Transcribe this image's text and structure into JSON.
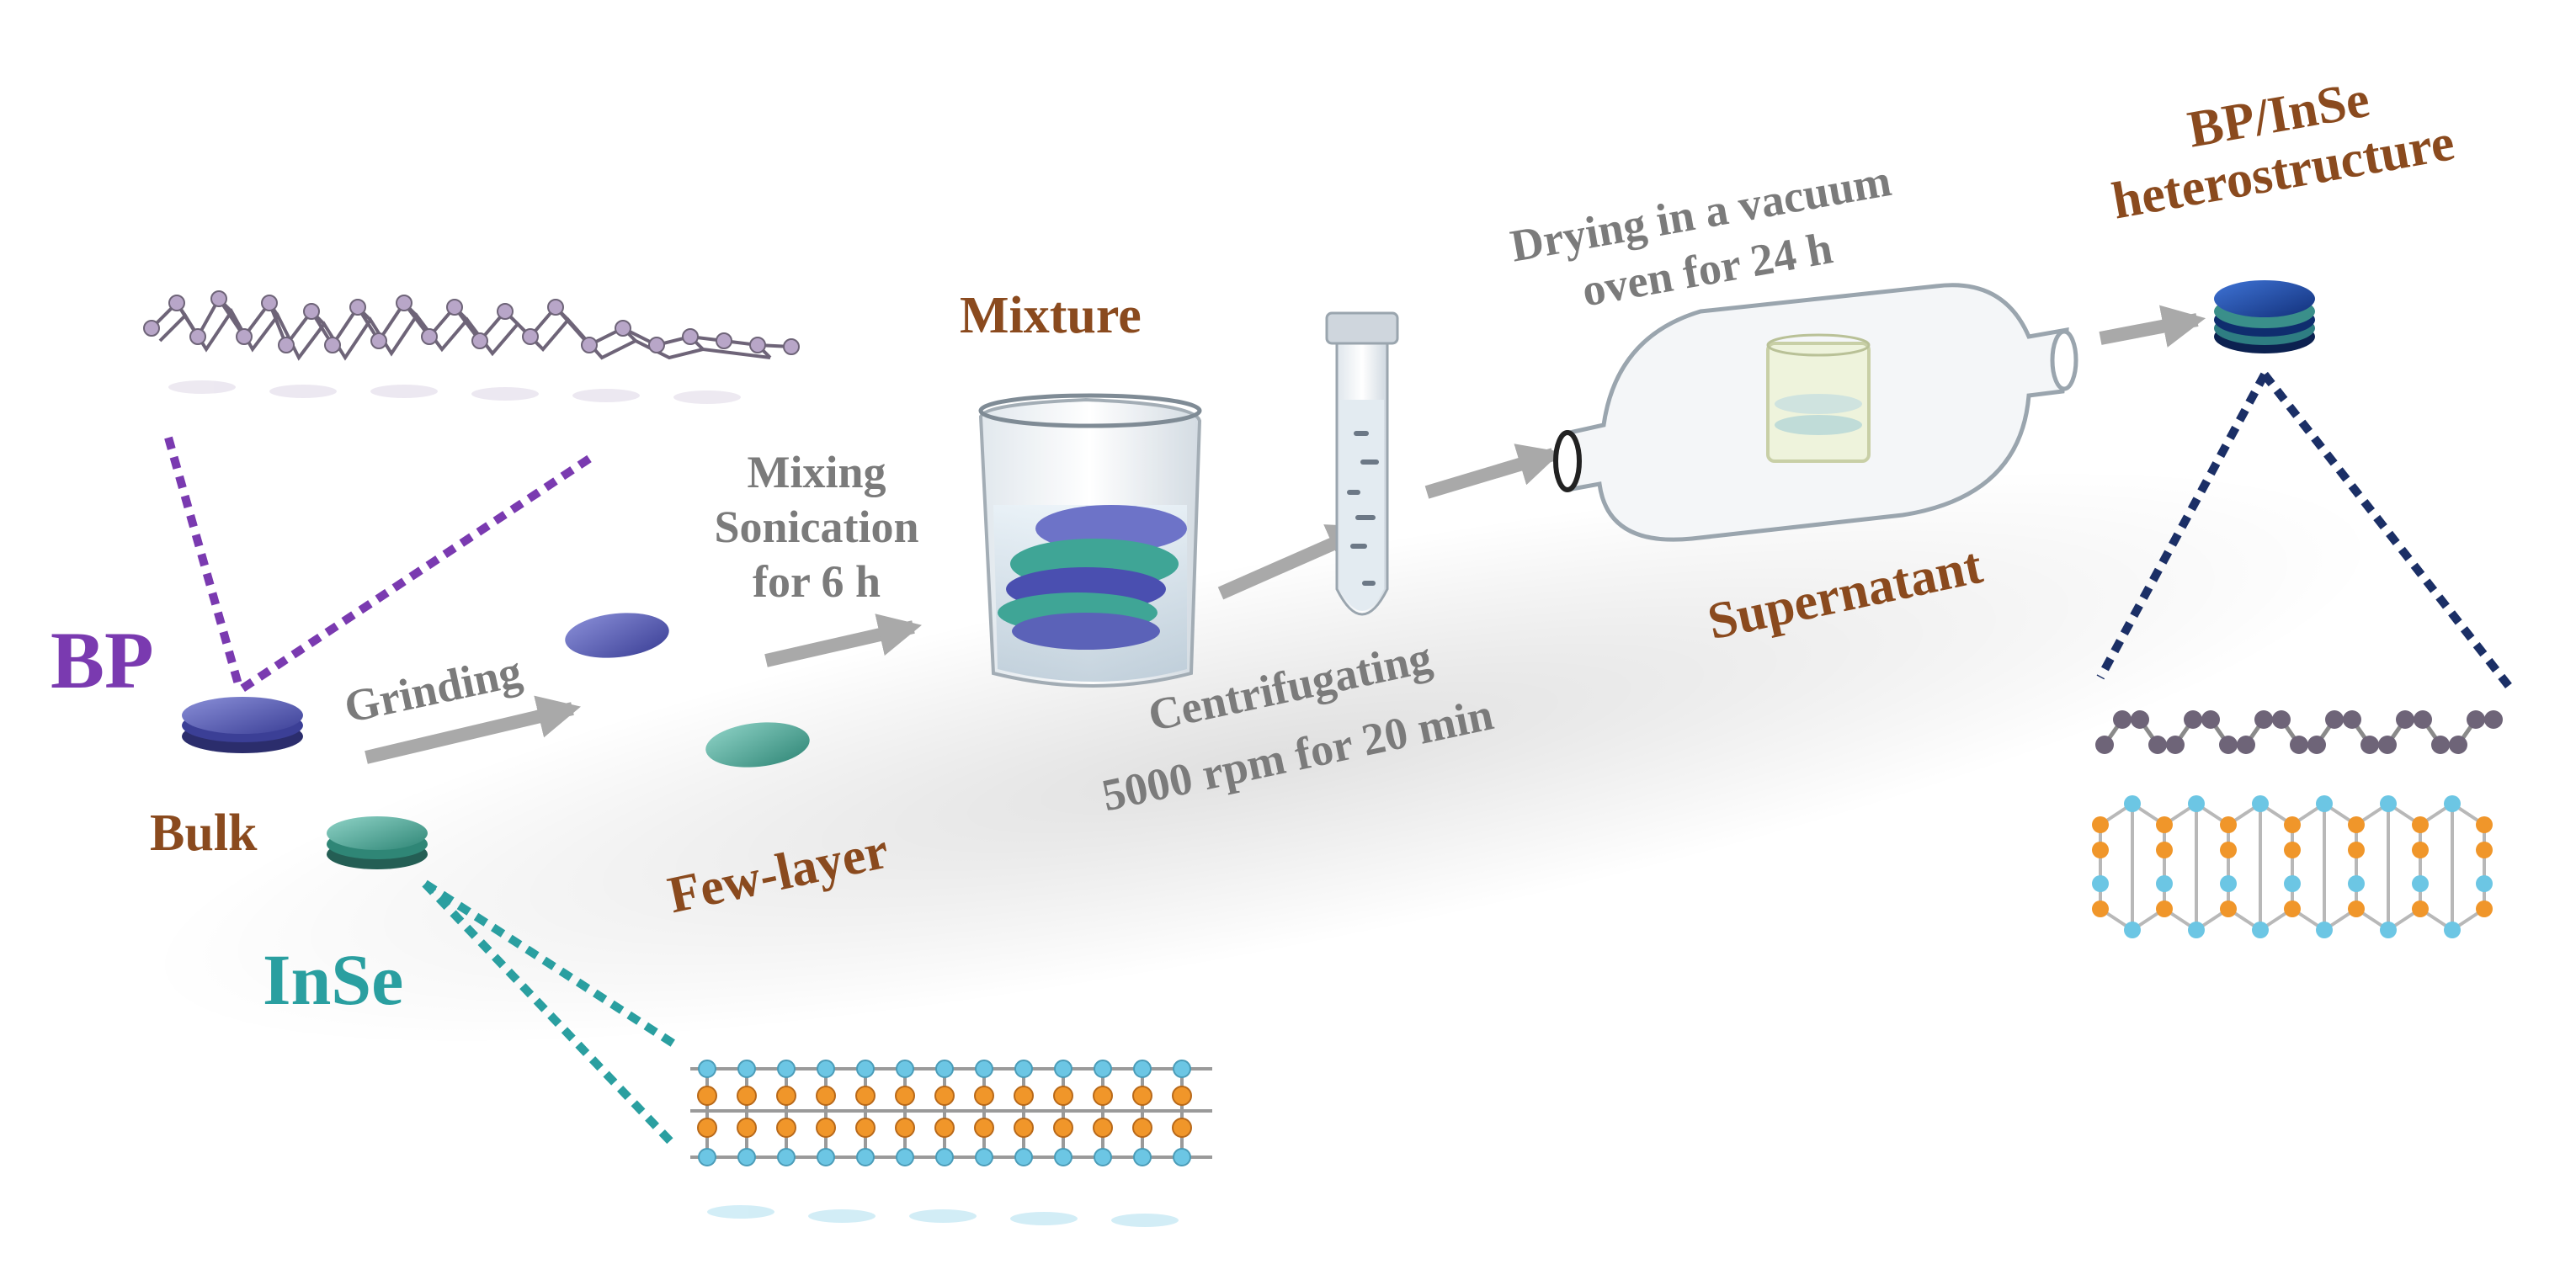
{
  "labels": {
    "bp": "BP",
    "bulk": "Bulk",
    "inse": "InSe",
    "few_layer": "Few-layer",
    "mixture": "Mixture",
    "supernatant": "Supernatant",
    "product_line1": "BP/InSe",
    "product_line2": "heterostructure"
  },
  "steps": {
    "grinding": "Grinding",
    "mixing_line1": "Mixing",
    "mixing_line2": "Sonication",
    "mixing_line3": "for 6 h",
    "centrifuge_line1": "Centrifugating",
    "centrifuge_line2": "5000 rpm for 20 min",
    "drying_line1": "Drying in a vacuum",
    "drying_line2": "oven for 24 h"
  },
  "colors": {
    "bp": "#7a3ab0",
    "inse": "#2a9fa0",
    "brown_text": "#8a4a1e",
    "step_text": "#7b7b7b",
    "arrow": "#a9a9a9",
    "bp_flake": "#5b62b8",
    "inse_flake": "#4fa99b",
    "heterostructure_line": "#1b2f66",
    "phosphorus_atom": "#6e6478",
    "indium_atom": "#f0962a",
    "selenium_atom": "#6cc6e4"
  },
  "icons": {
    "bp_bulk": "layered-disc-icon",
    "inse_bulk": "layered-disc-icon",
    "beaker": "beaker-icon",
    "tube": "centrifuge-tube-icon",
    "oven": "vacuum-oven-icon",
    "product": "stacked-disc-icon"
  }
}
